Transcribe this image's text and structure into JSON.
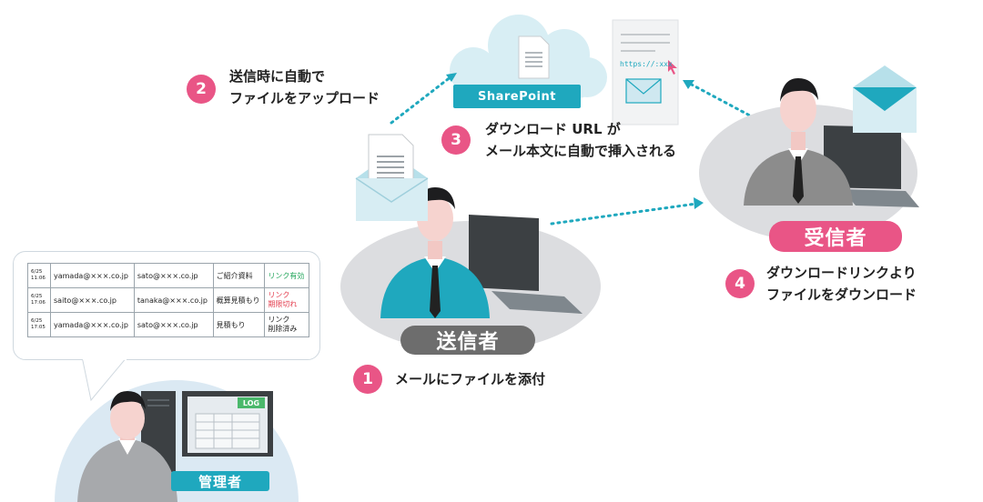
{
  "steps": [
    {
      "number": "1",
      "text": "メールにファイルを添付"
    },
    {
      "number": "2",
      "lines": [
        "送信時に自動で",
        "ファイルをアップロード"
      ]
    },
    {
      "number": "3",
      "lines": [
        "ダウンロード URL が",
        "メール本文に自動で挿入される"
      ]
    },
    {
      "number": "4",
      "lines": [
        "ダウンロードリンクより",
        "ファイルをダウンロード"
      ]
    }
  ],
  "roles": {
    "sender": "送信者",
    "receiver": "受信者",
    "admin": "管理者"
  },
  "sharepoint_label": "SharePoint",
  "url_text": "https://:xxx",
  "log_tag": "LOG",
  "log_rows": [
    {
      "date": [
        "6/25",
        "11:06"
      ],
      "from": "yamada@×××.co.jp",
      "to": "sato@×××.co.jp",
      "subject": "ご紹介資料",
      "status": [
        "リンク有効"
      ],
      "status_type": "ok"
    },
    {
      "date": [
        "6/25",
        "17:06"
      ],
      "from": "saito@×××.co.jp",
      "to": "tanaka@×××.co.jp",
      "subject": "概算見積もり",
      "status": [
        "リンク",
        "期限切れ"
      ],
      "status_type": "bad"
    },
    {
      "date": [
        "6/25",
        "17:05"
      ],
      "from": "yamada@×××.co.jp",
      "to": "sato@×××.co.jp",
      "subject": "見積もり",
      "status": [
        "リンク",
        "削除済み"
      ],
      "status_type": "del"
    }
  ],
  "colors": {
    "accent_pink": "#e95586",
    "teal": "#1fa8be",
    "gray_label": "#6d6d6d",
    "log_green": "#4ab86b"
  }
}
